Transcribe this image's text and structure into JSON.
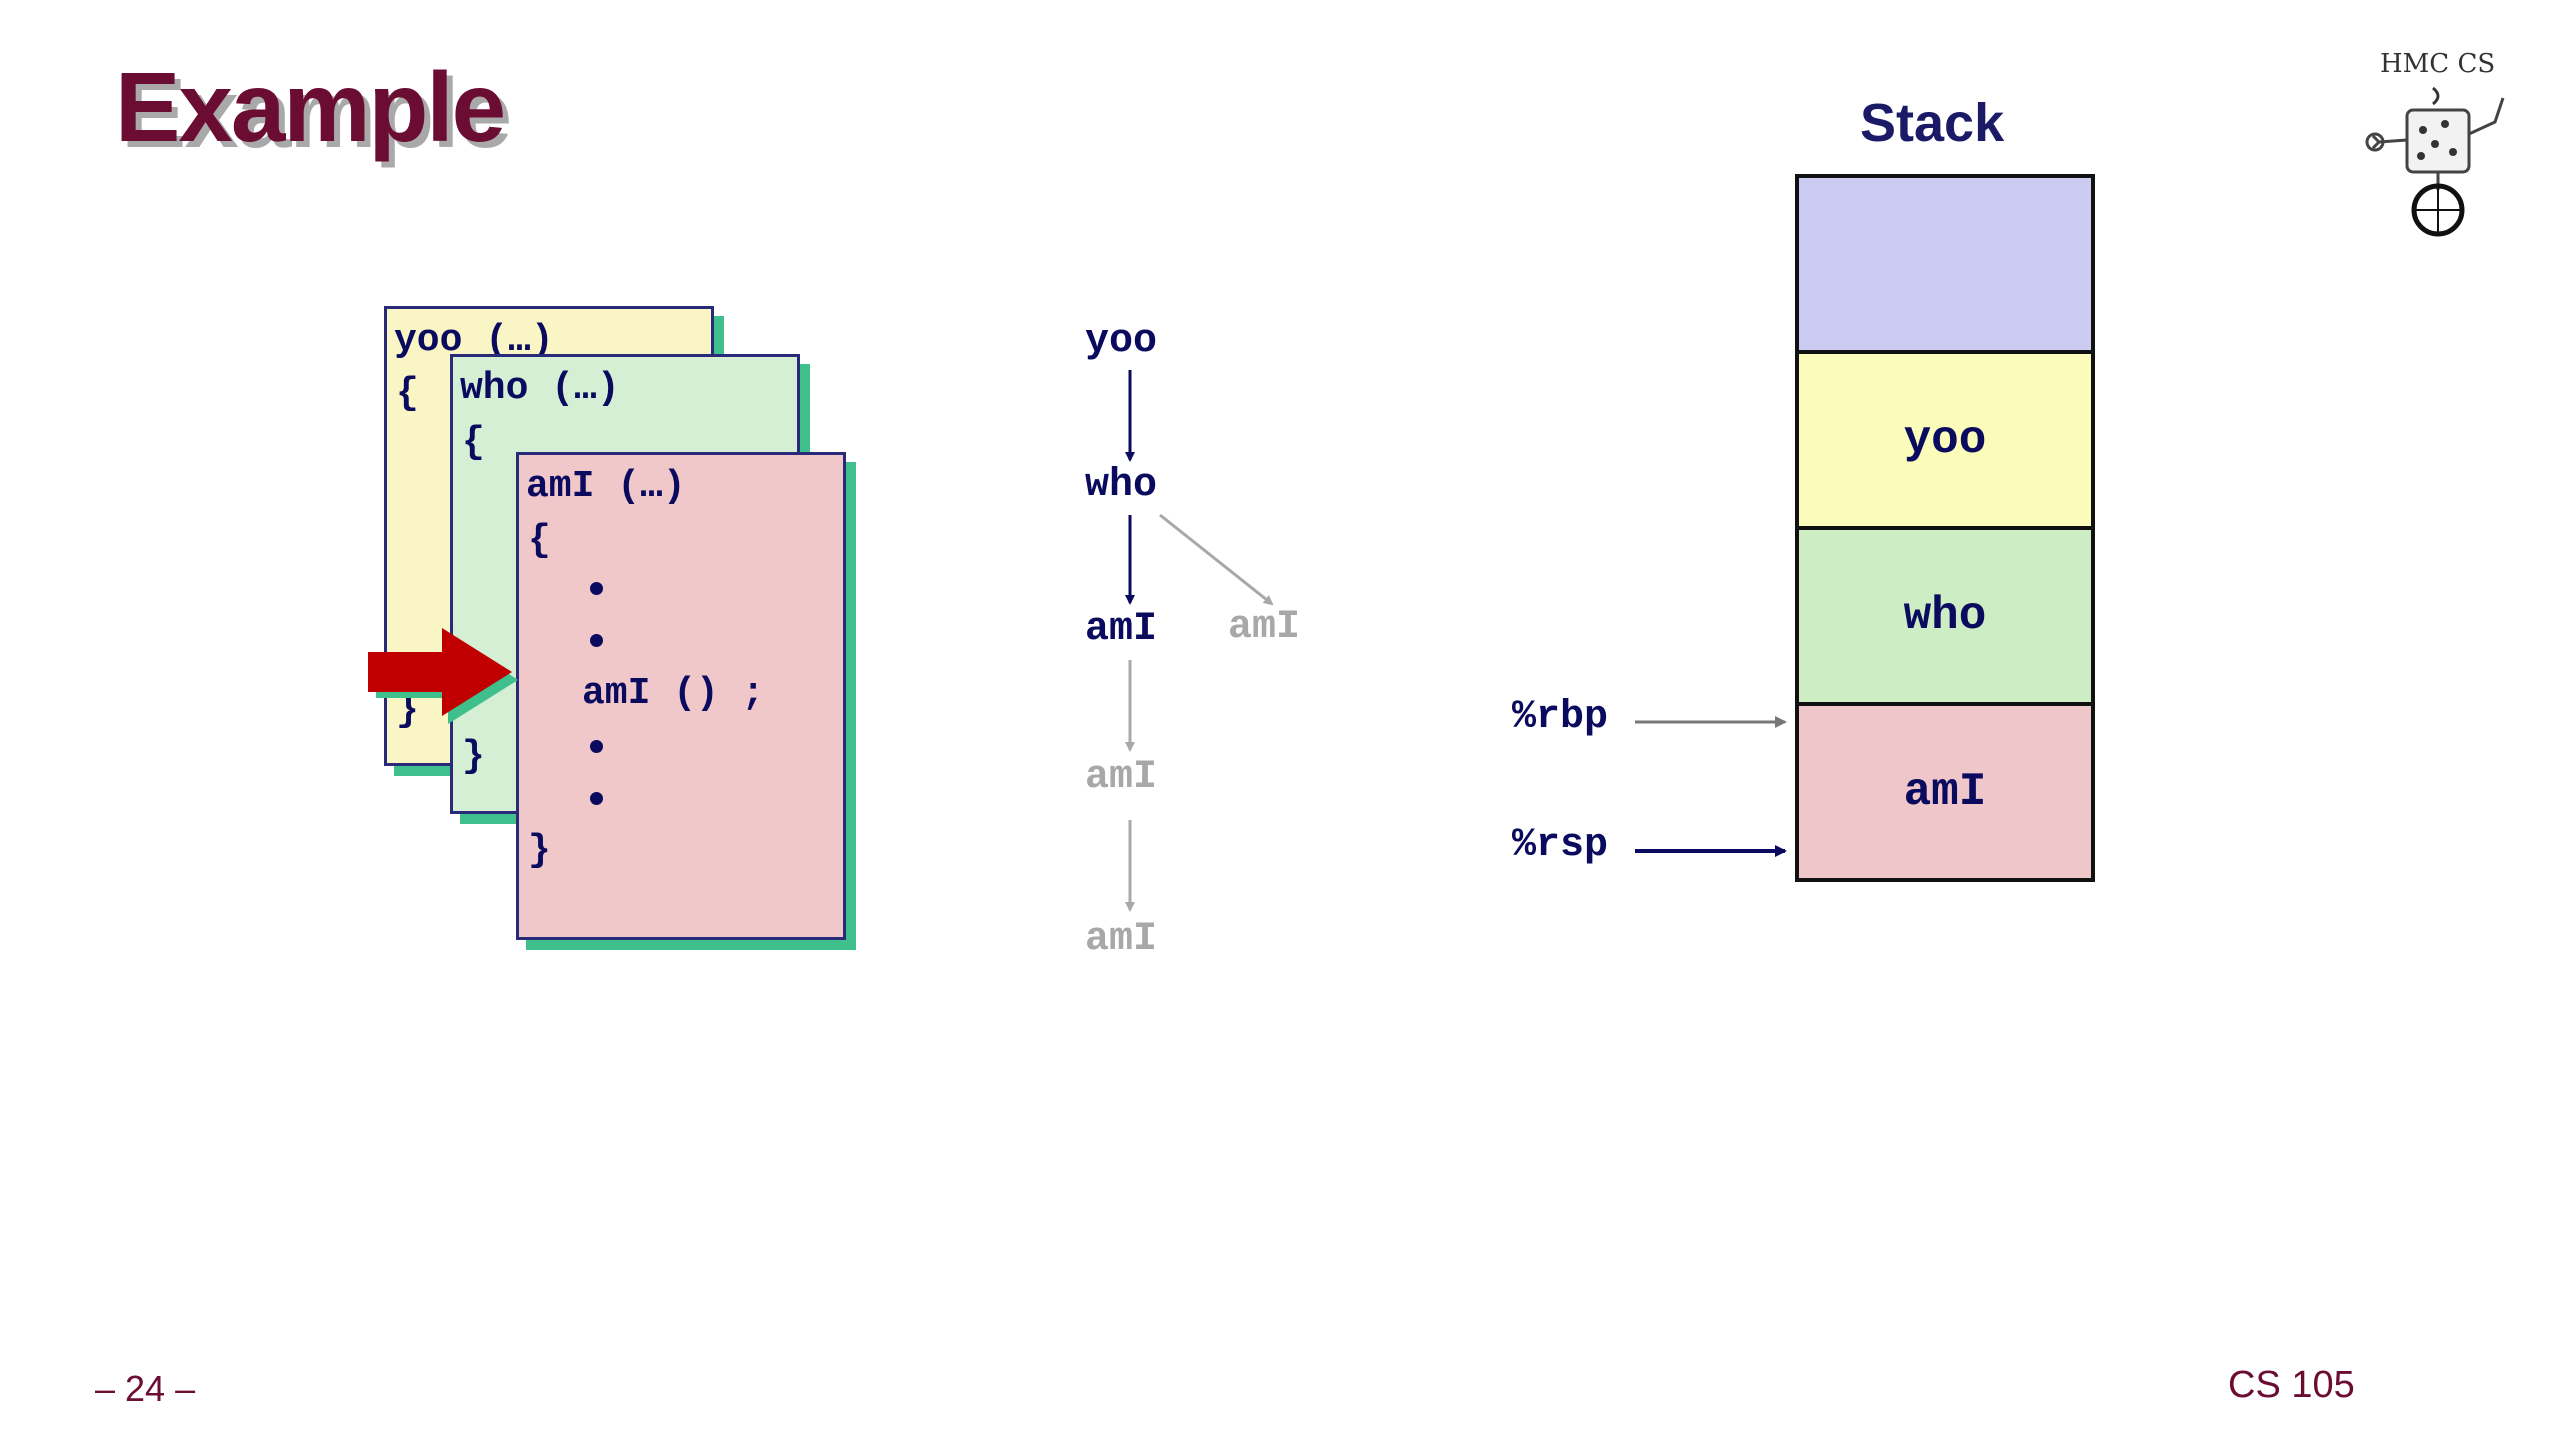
{
  "slide": {
    "title": "Example",
    "page_number": "– 24 –",
    "course": "CS 105",
    "logo_text": "HMC CS"
  },
  "code": {
    "yoo": {
      "signature": "yoo (…)",
      "open_brace": "{",
      "close_brace": "}"
    },
    "who": {
      "signature": "who (…)",
      "open_brace": "{",
      "close_brace": "}"
    },
    "amI": {
      "signature": "amI (…)",
      "open_brace": "{",
      "call": "amI () ;",
      "close_brace": "}"
    }
  },
  "call_tree": {
    "nodes": {
      "yoo": "yoo",
      "who": "who",
      "amI_1": "amI",
      "amI_side": "amI",
      "amI_2": "amI",
      "amI_3": "amI"
    }
  },
  "stack": {
    "title": "Stack",
    "frames": [
      {
        "label": "",
        "color": "#ccccf2"
      },
      {
        "label": "yoo",
        "color": "#fbfbba"
      },
      {
        "label": "who",
        "color": "#cdeec5"
      },
      {
        "label": "amI",
        "color": "#efc6c9"
      }
    ],
    "registers": {
      "rbp": "%rbp",
      "rsp": "%rsp"
    }
  },
  "colors": {
    "title": "#6b0d33",
    "code_text": "#0a0a5e",
    "card_yellow": "#faf5c4",
    "card_green": "#d4efd3",
    "card_pink": "#f0c8ca",
    "card_shadow": "#3fbf8b",
    "pointer_arrow": "#c00000",
    "inactive": "#a8a8a8"
  }
}
